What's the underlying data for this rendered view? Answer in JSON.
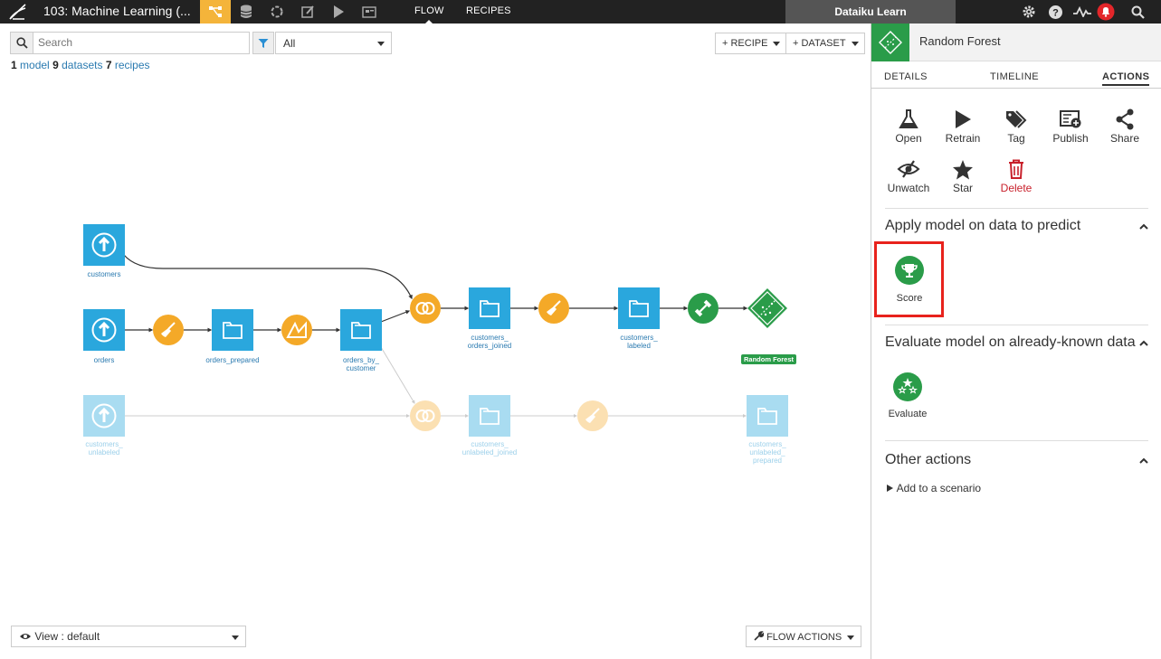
{
  "topbar": {
    "project_title": "103: Machine Learning (...",
    "tabs": [
      "FLOW",
      "RECIPES"
    ],
    "workspace": "Dataiku Learn"
  },
  "toolbar": {
    "search_placeholder": "Search",
    "filter_value": "All",
    "recipe_button": "+ RECIPE",
    "dataset_button": "+ DATASET"
  },
  "counts": {
    "models_n": "1",
    "models_label": "model",
    "datasets_n": "9",
    "datasets_label": "datasets",
    "recipes_n": "7",
    "recipes_label": "recipes"
  },
  "flow": {
    "customers": "customers",
    "orders": "orders",
    "orders_prepared": "orders_prepared",
    "orders_by_customer": "orders_by_\ncustomer",
    "customers_orders_joined": "customers_\norders_joined",
    "customers_labeled": "customers_\nlabeled",
    "model": "Random Forest",
    "customers_unlabeled": "customers_\nunlabeled",
    "customers_unlabeled_joined": "customers_\nunlabeled_joined",
    "customers_unlabeled_prepared": "customers_\nunlabeled_\nprepared"
  },
  "bottom": {
    "view": "View : default",
    "flow_actions": "FLOW ACTIONS"
  },
  "panel": {
    "title": "Random Forest",
    "tabs": [
      "DETAILS",
      "TIMELINE",
      "ACTIONS"
    ],
    "actions": [
      "Open",
      "Retrain",
      "Tag",
      "Publish",
      "Share",
      "Unwatch",
      "Star",
      "Delete"
    ],
    "apply_section": "Apply model on data to predict",
    "score": "Score",
    "evaluate_section": "Evaluate model on already-known data",
    "evaluate": "Evaluate",
    "other_section": "Other actions",
    "add_scenario": "Add to a scenario"
  },
  "colors": {
    "dataset": "#2aa7dd",
    "recipe": "#f4a928",
    "model": "#2a9c49",
    "highlight": "#e8221c"
  }
}
